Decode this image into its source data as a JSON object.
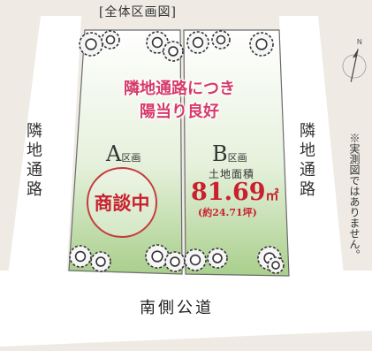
{
  "title": "[全体区画図]",
  "headline": [
    "隣地通路につき",
    "陽当り良好"
  ],
  "left_road": "隣地通路",
  "right_road": "隣地通路",
  "note": "※実測図ではありません。",
  "south_road": "南側公道",
  "lot_a": {
    "letter": "A",
    "suffix": "区画",
    "status": "商談中"
  },
  "lot_b": {
    "letter": "B",
    "suffix": "区画",
    "area_label": "土地面積",
    "area_value": "81.69",
    "area_unit": "㎡",
    "area_tsubo": "(約24.71坪)"
  },
  "compass": {
    "letter": "N",
    "icon": "north-arrow-icon"
  },
  "colors": {
    "headline": "#d63a6b",
    "accent": "#c8202e",
    "lot_green": "#a8cf8a",
    "road": "#ffffff"
  }
}
